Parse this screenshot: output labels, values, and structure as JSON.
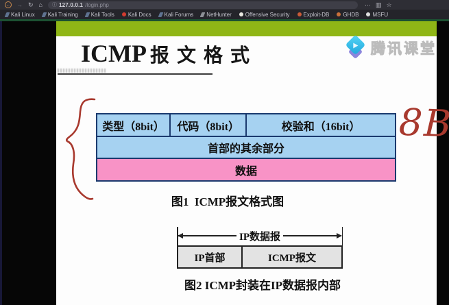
{
  "browser": {
    "toolbar": {
      "back": "←",
      "forward": "→",
      "reload": "↻",
      "home": "⌂",
      "url_info": "ⓘ",
      "url_host": "127.0.0.1",
      "url_path": "/login.php",
      "page_actions": "⋯",
      "library": "▥",
      "bookmark_star": "☆"
    },
    "bookmarks": [
      {
        "label": "Kali Linux",
        "icon_style": "background:#5f7391"
      },
      {
        "label": "Kali Training",
        "icon_style": "background:#5f7391"
      },
      {
        "label": "Kali Tools",
        "icon_style": "background:#5f7391"
      },
      {
        "label": "Kali Docs",
        "icon_style": "background:#d23b2f"
      },
      {
        "label": "Kali Forums",
        "icon_style": "background:#5f7391"
      },
      {
        "label": "NetHunter",
        "icon_style": "background:#8d9097"
      },
      {
        "label": "Offensive Security",
        "icon_style": "background:#e8e6e0"
      },
      {
        "label": "Exploit-DB",
        "icon_style": "background:#c95b38"
      },
      {
        "label": "GHDB",
        "icon_style": "background:#c9703a"
      },
      {
        "label": "MSFU",
        "icon_style": "background:#dfdfdf"
      }
    ]
  },
  "page": {
    "title_latin": "ICMP",
    "title_cn": "报文格式",
    "watermark_brand": "腾讯课堂",
    "annotation_8b": "8B",
    "fig1": {
      "header_cells": [
        "类型（8bit）",
        "代码（8bit）",
        "校验和（16bit）"
      ],
      "row2": "首部的其余部分",
      "row3": "数据",
      "caption": "图1  ICMP报文格式图"
    },
    "fig2": {
      "arrow_label": "IP数据报",
      "cell_left": "IP首部",
      "cell_right": "ICMP报文",
      "caption": "图2 ICMP封装在IP数据报内部"
    }
  },
  "colors": {
    "slide_header_green": "#8fb616",
    "page_top_line_green": "#1c5132",
    "table_blue": "#a6d2f1",
    "table_pink": "#f893c6",
    "table_border_navy": "#1b3a6e",
    "annotation_red": "#a8392e",
    "brand_cyan": "#35c3ee",
    "brand_purple": "#8b85dc"
  }
}
